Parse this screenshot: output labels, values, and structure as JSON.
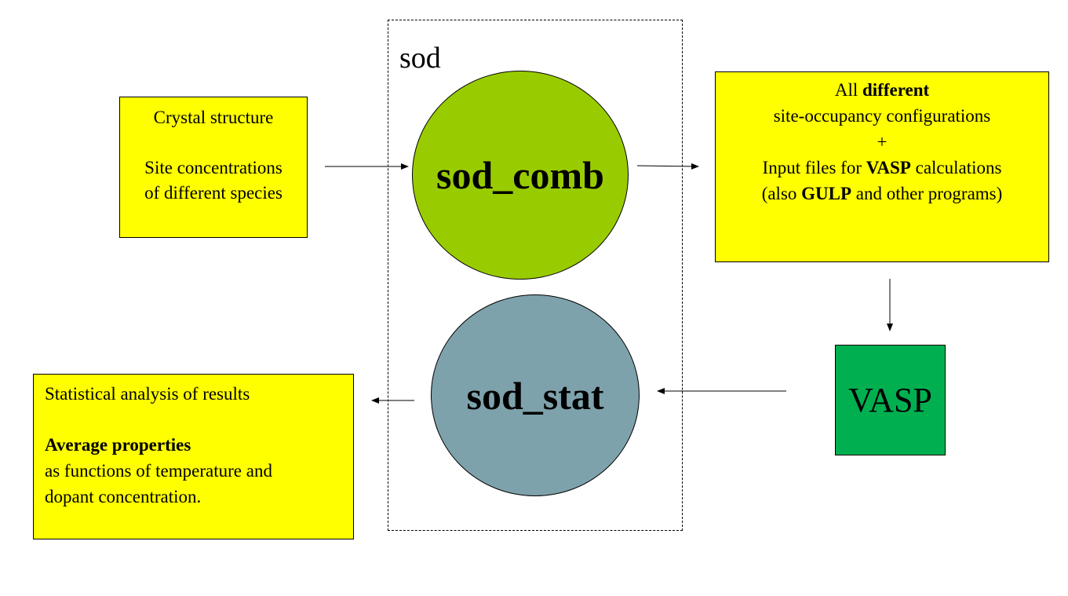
{
  "colors": {
    "box_fill": "#ffff00",
    "comb_circle_fill": "#99cc00",
    "stat_circle_fill": "#7ea2ab",
    "vasp_fill": "#00b050"
  },
  "group": {
    "label": "sod"
  },
  "input_box": {
    "line1": "Crystal structure",
    "line2": "Site concentrations",
    "line3": "of different species"
  },
  "comb_circle": {
    "label": "sod_comb"
  },
  "stat_circle": {
    "label": "sod_stat"
  },
  "output_box": {
    "line1_a": "All ",
    "line1_b": "different",
    "line2": "site-occupancy configurations",
    "line3": "+",
    "line4_a": "Input files for ",
    "line4_b": "VASP",
    "line4_c": " calculations",
    "line5_a": "(also ",
    "line5_b": "GULP",
    "line5_c": " and other programs)"
  },
  "vasp_box": {
    "label": "VASP"
  },
  "stats_box": {
    "line1": "Statistical analysis of results",
    "line2": "Average properties",
    "line3": "as functions of temperature and",
    "line4": "dopant concentration."
  }
}
